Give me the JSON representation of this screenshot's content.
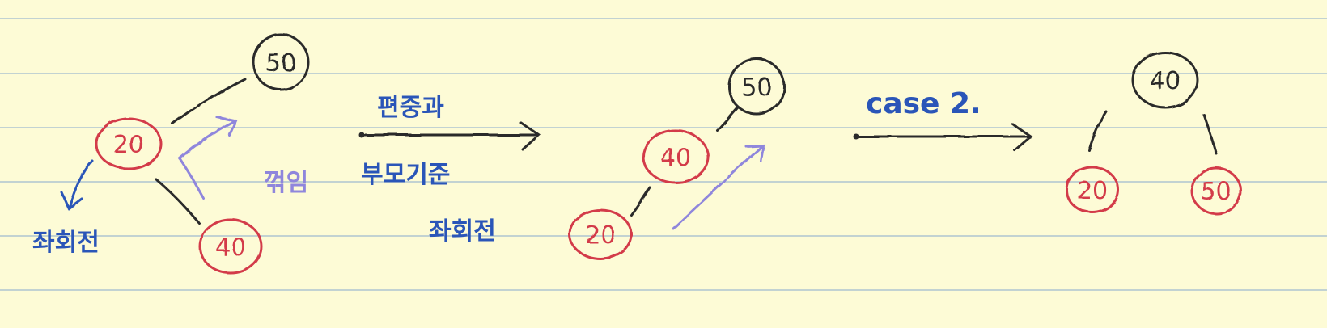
{
  "colors": {
    "paper": "#fdfbd6",
    "rule_line": "#9fbad0",
    "black_ink": "#2b2b2b",
    "red_ink": "#d33a4a",
    "blue_ink": "#2a55b8",
    "purple_ink": "#8f86dc"
  },
  "before": {
    "node_root": "50",
    "node_mid": "20",
    "node_child": "40",
    "label_left_rotation": "좌회전",
    "label_zigzag": "꺾임"
  },
  "step1": {
    "label_top": "편중과",
    "label_mid": "부모기준",
    "label_bottom": "좌회전"
  },
  "middle": {
    "node_root": "50",
    "node_mid": "40",
    "node_leaf": "20"
  },
  "step2": {
    "label": "case 2."
  },
  "after": {
    "node_root": "40",
    "node_left": "20",
    "node_right": "50"
  }
}
